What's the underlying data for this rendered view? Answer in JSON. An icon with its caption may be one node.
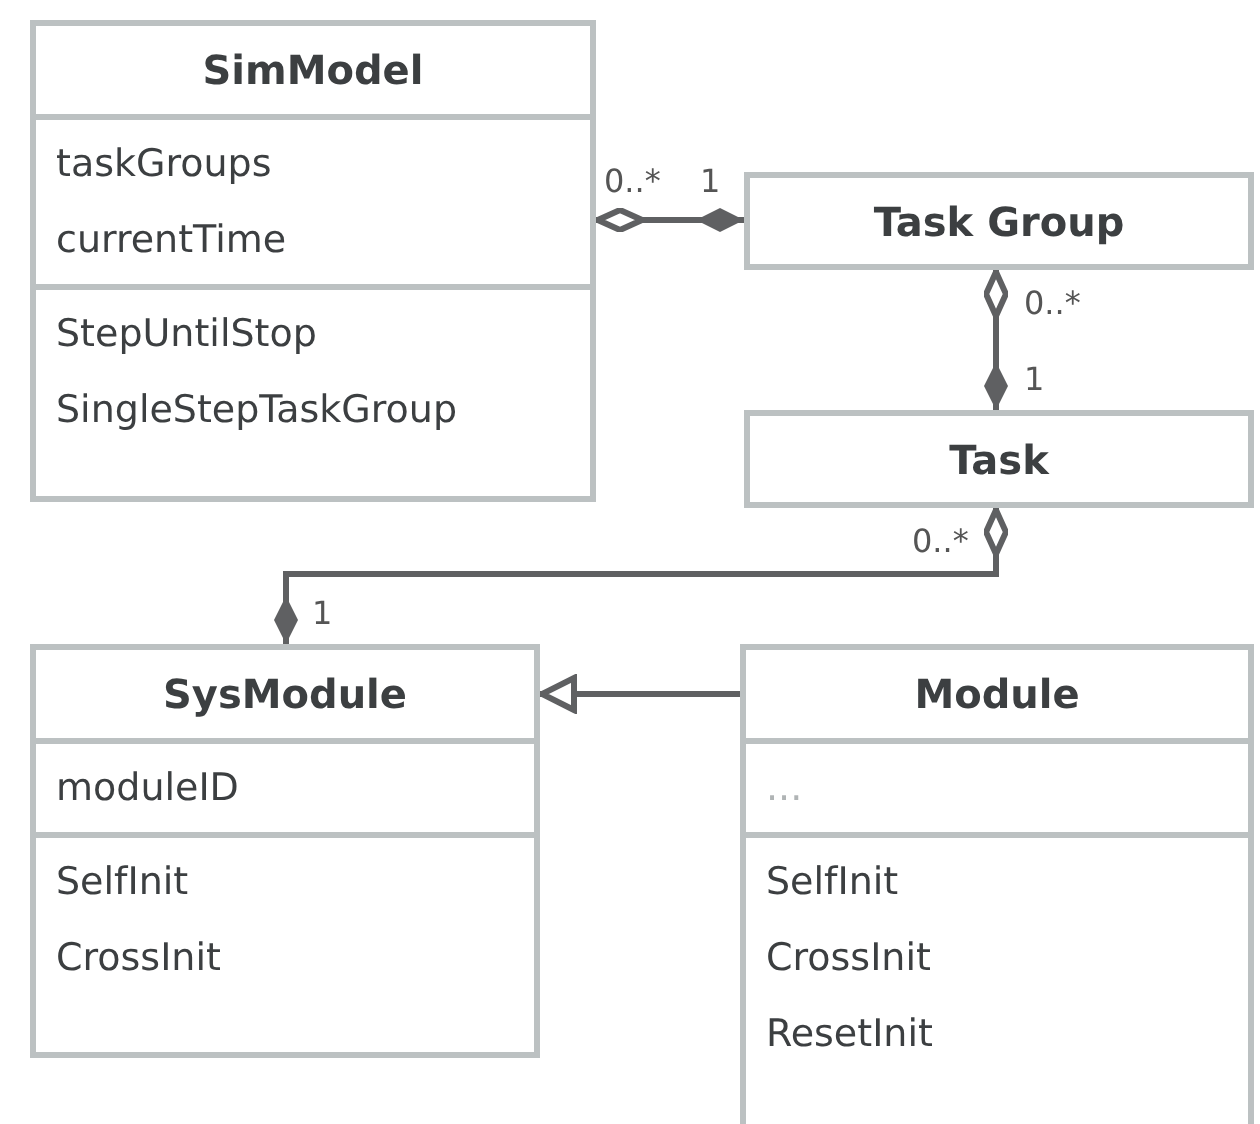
{
  "diagram": {
    "nodes": [
      {
        "text": [
          "SimModel",
          "taskGroups",
          "currentTime",
          "StepUntilStop",
          "SingleStepTaskGroup"
        ]
      },
      {
        "text": [
          "Task Group"
        ]
      },
      {
        "text": [
          "Task"
        ]
      },
      {
        "text": [
          "SysModule",
          "moduleID",
          "SelfInit",
          "CrossInit"
        ]
      },
      {
        "text": [
          "Module",
          "...",
          "SelfInit",
          "CrossInit",
          "ResetInit"
        ]
      }
    ],
    "edges": [
      {
        "from": 0,
        "to": 1,
        "arrow": "other"
      },
      {
        "from": 1,
        "to": 2,
        "arrow": "other"
      },
      {
        "from": 2,
        "to": 3,
        "arrow": "other"
      },
      {
        "from": 4,
        "to": 3,
        "arrow": "to"
      }
    ],
    "labels": [
      "0..*",
      "1",
      "0..*",
      "1",
      "0..*",
      "1"
    ]
  }
}
